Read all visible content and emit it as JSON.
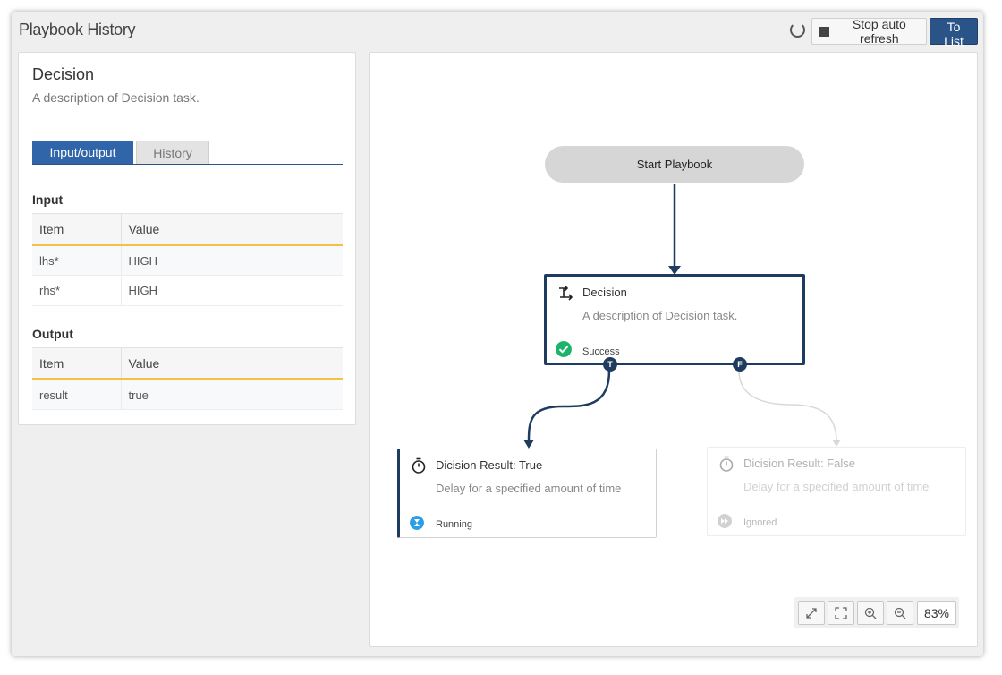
{
  "header": {
    "title": "Playbook History",
    "stop_refresh_label": "Stop auto refresh",
    "to_list_label": "To List"
  },
  "detail": {
    "task_title": "Decision",
    "task_description": "A description of Decision task.",
    "tabs": [
      {
        "label": "Input/output",
        "active": true
      },
      {
        "label": "History",
        "active": false
      }
    ],
    "input": {
      "section_label": "Input",
      "columns": [
        "Item",
        "Value"
      ],
      "rows": [
        {
          "item": "lhs*",
          "value": "HIGH"
        },
        {
          "item": "rhs*",
          "value": "HIGH"
        }
      ]
    },
    "output": {
      "section_label": "Output",
      "columns": [
        "Item",
        "Value"
      ],
      "rows": [
        {
          "item": "result",
          "value": "true"
        }
      ]
    }
  },
  "flow": {
    "start_node": {
      "label": "Start Playbook"
    },
    "decision_node": {
      "title": "Decision",
      "description": "A description of Decision task.",
      "status": "Success",
      "status_color": "#1db36b",
      "icon": "decision-branch-icon",
      "ports": [
        "T",
        "F"
      ]
    },
    "true_node": {
      "title": "Dicision Result: True",
      "description": "Delay for a specified amount of time",
      "status": "Running",
      "status_color": "#2a9ee8",
      "icon": "stopwatch-icon"
    },
    "false_node": {
      "title": "Dicision Result: False",
      "description": "Delay for a specified amount of time",
      "status": "Ignored",
      "status_color": "#888888",
      "icon": "stopwatch-icon"
    },
    "zoom_level": "83%"
  },
  "colors": {
    "accent": "#2a5387",
    "tab_active": "#3066a9",
    "node_border": "#1f3b60",
    "table_header_underline": "#f4c145"
  }
}
